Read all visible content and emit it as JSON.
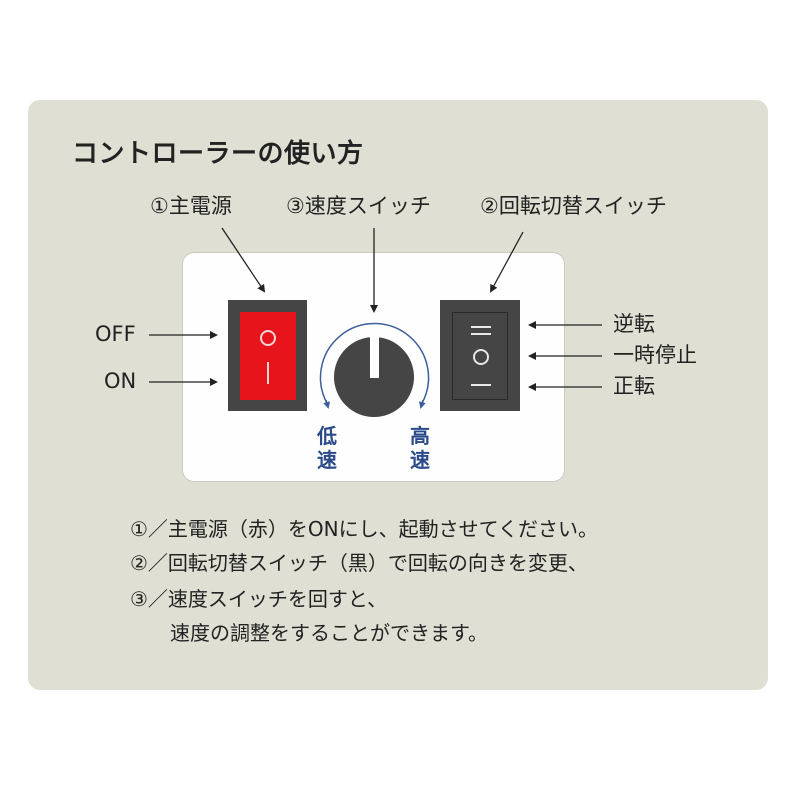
{
  "title": "コントローラーの使い方",
  "callouts": {
    "main_power": "①主電源",
    "speed_switch": "③速度スイッチ",
    "rotation_switch": "②回転切替スイッチ"
  },
  "power_switch": {
    "color": "#e8141c",
    "frame_color": "#454545",
    "off_label": "OFF",
    "on_label": "ON",
    "off_symbol": "○",
    "on_symbol": "|"
  },
  "speed_knob": {
    "color": "#454545",
    "arc_color": "#3a5f9a",
    "low_label": "低速",
    "high_label": "高速"
  },
  "rotation_switch": {
    "color": "#454545",
    "reverse_label": "逆転",
    "pause_label": "一時停止",
    "forward_label": "正転"
  },
  "instructions": [
    "①／主電源（赤）をONにし、起動させてください。",
    "②／回転切替スイッチ（黒）で回転の向きを変更、",
    "③／速度スイッチを回すと、",
    "　　速度の調整をすることができます。"
  ],
  "colors": {
    "background": "#dfdfd3",
    "panel": "#fefefe",
    "text": "#222222",
    "accent_blue": "#2a4a8a"
  }
}
